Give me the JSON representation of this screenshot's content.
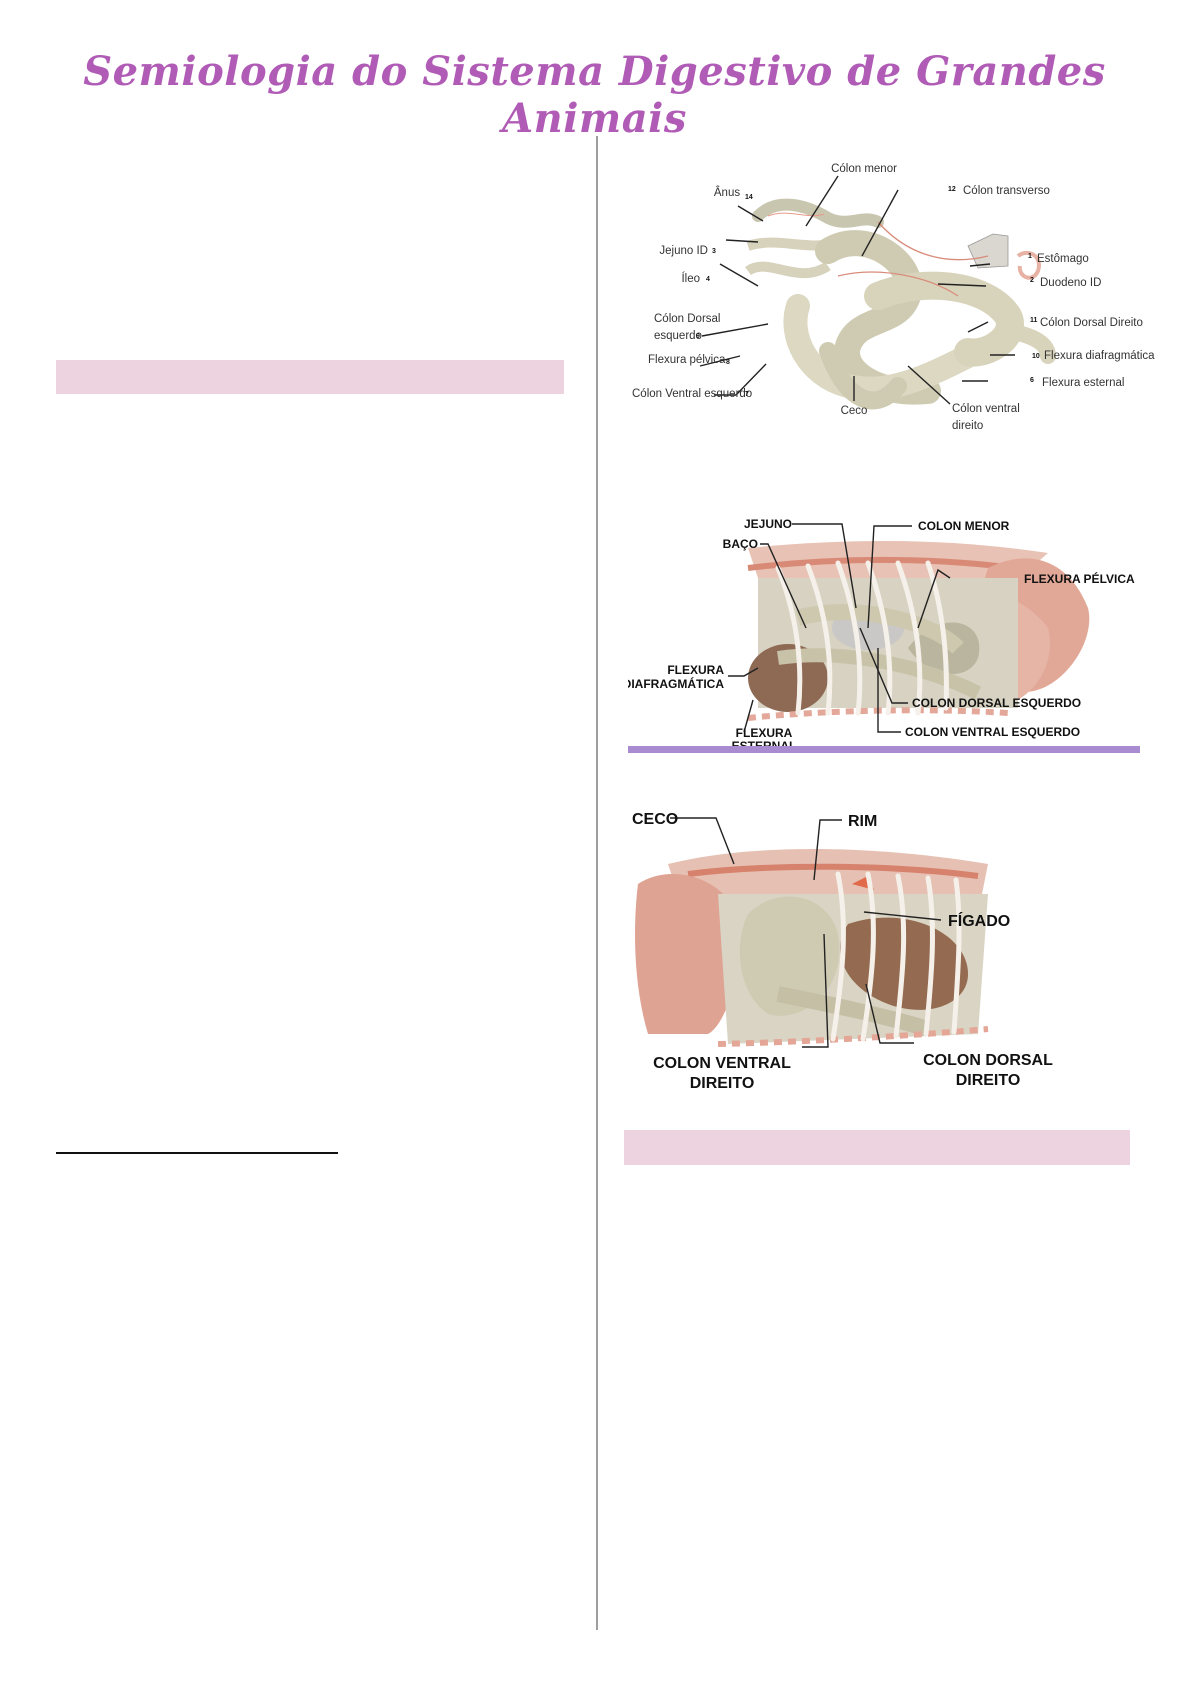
{
  "header": {
    "title": "Semiologia do Sistema Digestivo de Grandes Animais"
  },
  "figure1": {
    "labels": {
      "colon_menor": "Cólon menor",
      "anus": "Ânus",
      "anus_num": "14",
      "colon_transverso": "Cólon transverso",
      "colon_transverso_num": "12",
      "jejuno": "Jejuno ID",
      "jejuno_num": "3",
      "estomago": "Estômago",
      "estomago_num": "1",
      "ileo": "Íleo",
      "ileo_num": "4",
      "duodeno": "Duodeno ID",
      "duodeno_num": "2",
      "colon_dorsal_esq_1": "Cólon Dorsal",
      "colon_dorsal_esq_2": "esquerdo",
      "colon_dorsal_esq_num": "9",
      "colon_dorsal_dir": "Cólon Dorsal Direito",
      "colon_dorsal_dir_num": "11",
      "flexura_pelvica": "Flexura pélvica",
      "flexura_pelvica_num": "8",
      "flexura_diafragmatica": "Flexura diafragmática",
      "flexura_diafragmatica_num": "10",
      "colon_ventral_esq": "Cólon Ventral esquerdo",
      "colon_ventral_esq_num": "7",
      "flexura_esternal": "Flexura esternal",
      "flexura_esternal_num": "6",
      "ceco": "Ceco",
      "colon_ventral_dir_1": "Cólon ventral",
      "colon_ventral_dir_2": "direito"
    }
  },
  "figure2": {
    "labels": {
      "jejuno": "JEJUNO",
      "baco": "BAÇO",
      "colon_menor": "COLON MENOR",
      "flexura_pelvica": "FLEXURA PÉLVICA",
      "flexura_diafragmatica_1": "FLEXURA",
      "flexura_diafragmatica_2": "DIAFRAGMÁTICA",
      "colon_dorsal_esq": "COLON DORSAL ESQUERDO",
      "colon_ventral_esq": "COLON VENTRAL ESQUERDO",
      "flexura_esternal_1": "FLEXURA",
      "flexura_esternal_2": "ESTERNAL"
    }
  },
  "figure3": {
    "labels": {
      "ceco": "CECO",
      "rim": "RIM",
      "figado": "FÍGADO",
      "colon_ventral_dir_1": "COLON VENTRAL",
      "colon_ventral_dir_2": "DIREITO",
      "colon_dorsal_dir_1": "COLON DORSAL",
      "colon_dorsal_dir_2": "DIREITO"
    }
  },
  "colors": {
    "title": "#b05bb5",
    "section_bar": "#ecd3df",
    "accent_bar": "#a88bd1",
    "column_divider": "#9e9e9e"
  }
}
